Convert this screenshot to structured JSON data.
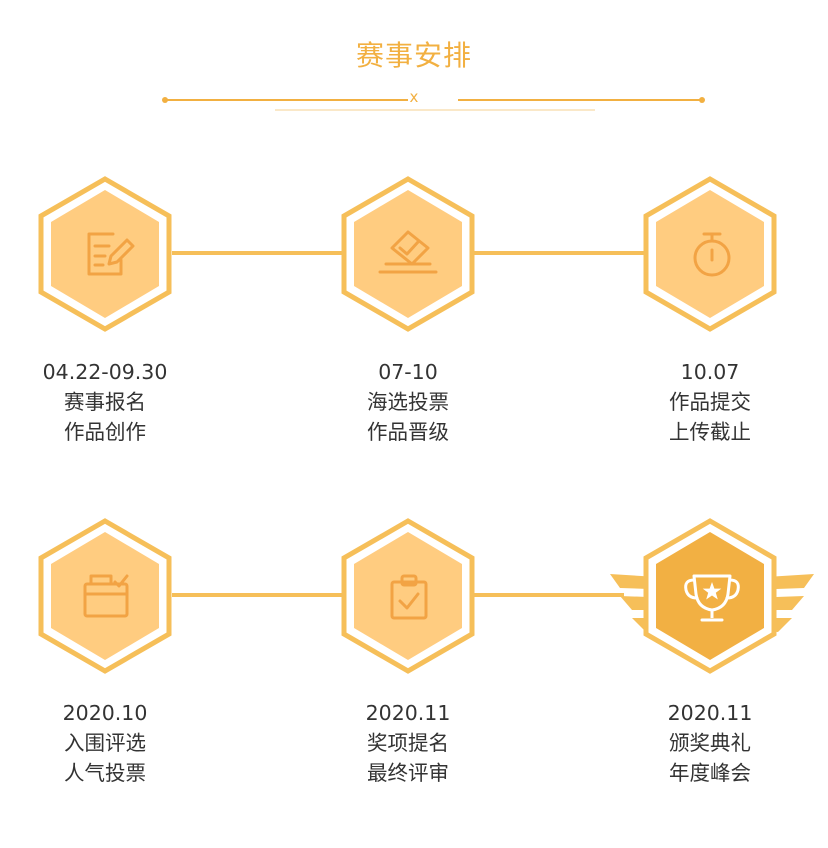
{
  "title": "赛事安排",
  "divider_mark": "x",
  "colors": {
    "accent": "#F2B041",
    "hex_outer": "#F6BF59",
    "hex_inner": "#FFCC80",
    "icon": "#F2A344",
    "final_inner": "#F2B043",
    "text": "#333333"
  },
  "stages": [
    {
      "date": "04.22-09.30",
      "line1": "赛事报名",
      "line2": "作品创作",
      "icon": "document-pen-icon"
    },
    {
      "date": "07-10",
      "line1": "海选投票",
      "line2": "作品晋级",
      "icon": "ballot-box-icon"
    },
    {
      "date": "10.07",
      "line1": "作品提交",
      "line2": "上传截止",
      "icon": "stopwatch-icon"
    },
    {
      "date": "2020.10",
      "line1": "入围评选",
      "line2": "人气投票",
      "icon": "checked-folder-icon"
    },
    {
      "date": "2020.11",
      "line1": "奖项提名",
      "line2": "最终评审",
      "icon": "clipboard-check-icon"
    },
    {
      "date": "2020.11",
      "line1": "颁奖典礼",
      "line2": "年度峰会",
      "icon": "trophy-icon"
    }
  ]
}
